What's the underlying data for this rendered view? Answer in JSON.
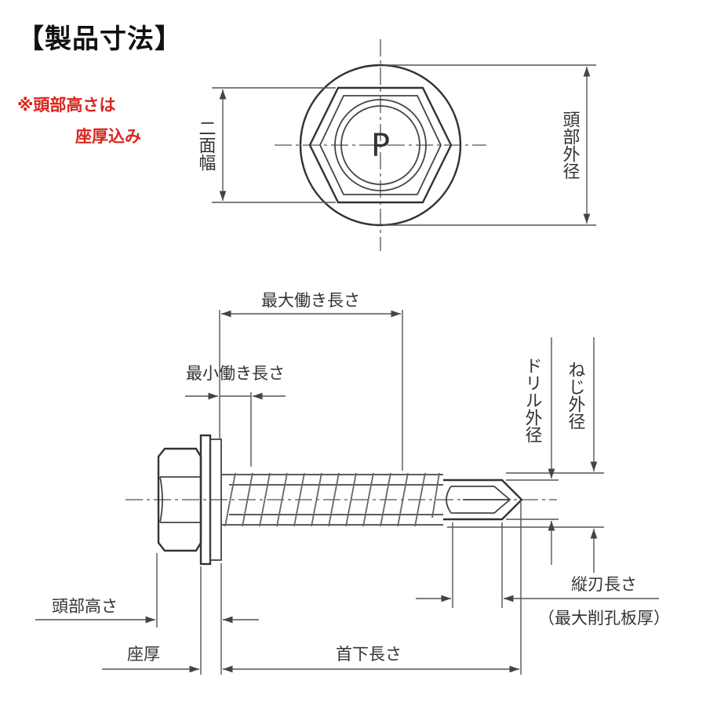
{
  "title": "【製品寸法】",
  "note_line1": "※頭部高さは",
  "note_line2": "座厚込み",
  "head_mark": "P",
  "labels": {
    "width_across_flats": "二面幅",
    "head_outer_diameter": "頭部外径",
    "max_working_length": "最大働き長さ",
    "min_working_length": "最小働き長さ",
    "drill_outer_diameter": "ドリル外径",
    "thread_outer_diameter": "ねじ外径",
    "head_height": "頭部高さ",
    "washer_thickness": "座厚",
    "under_head_length": "首下長さ",
    "flute_length": "縦刃長さ",
    "max_drill_plate_thickness": "（最大削孔板厚）"
  }
}
